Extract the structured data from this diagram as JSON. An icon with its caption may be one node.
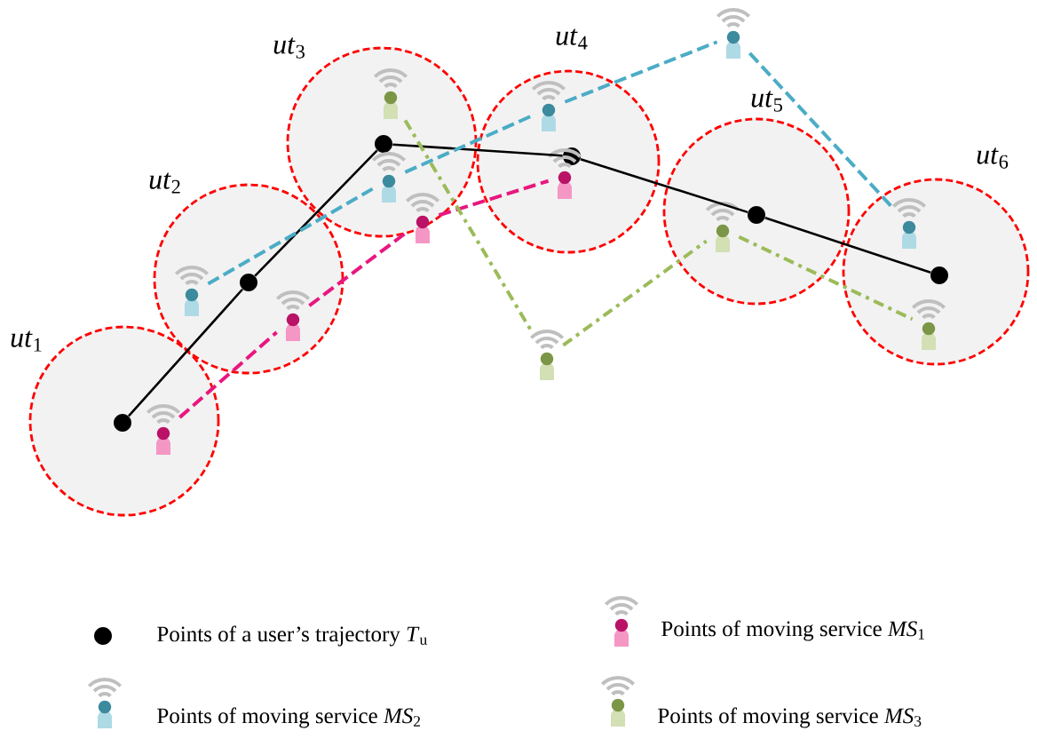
{
  "diagram": {
    "nodes": [
      {
        "text": [
          "*ut*$_{1}$"
        ]
      },
      {
        "text": [
          "*ut*$_{2}$"
        ]
      },
      {
        "text": [
          "*ut*$_{3}$"
        ]
      },
      {
        "text": [
          "*ut*$_{4}$"
        ]
      },
      {
        "text": [
          "*ut*$_{5}$"
        ]
      },
      {
        "text": [
          "*ut*$_{6}$"
        ]
      },
      {
        "text": [],
        "shape": "circle",
        "in": 0
      },
      {
        "text": [],
        "shape": "circle",
        "in": 1
      },
      {
        "text": [],
        "shape": "circle",
        "in": 2
      },
      {
        "text": [],
        "shape": "circle",
        "in": 3
      },
      {
        "text": [],
        "shape": "circle",
        "in": 4
      },
      {
        "text": [],
        "shape": "circle",
        "in": 5
      },
      {
        "text": [],
        "shape": "person",
        "in": 0
      },
      {
        "text": [],
        "shape": "person",
        "in": 1
      },
      {
        "text": [],
        "shape": "person",
        "in": 1
      },
      {
        "text": [],
        "shape": "person",
        "in": 2
      },
      {
        "text": [],
        "shape": "person",
        "in": 2
      },
      {
        "text": [],
        "shape": "person",
        "in": 2
      },
      {
        "text": [],
        "shape": "person"
      },
      {
        "text": [],
        "shape": "person",
        "in": 3
      },
      {
        "text": [],
        "shape": "person",
        "in": 3
      },
      {
        "text": [],
        "shape": "person",
        "in": 4
      },
      {
        "text": [],
        "shape": "person"
      },
      {
        "text": [],
        "shape": "person",
        "in": 5
      },
      {
        "text": [],
        "shape": "person",
        "in": 5
      }
    ],
    "edges": [
      {
        "from": 6,
        "to": 7,
        "arrow": "none",
        "color": "#000000"
      },
      {
        "from": 7,
        "to": 8,
        "arrow": "none",
        "color": "#000000"
      },
      {
        "from": 8,
        "to": 9,
        "arrow": "none",
        "color": "#000000"
      },
      {
        "from": 9,
        "to": 10,
        "arrow": "none",
        "color": "#000000"
      },
      {
        "from": 10,
        "to": 11,
        "arrow": "none",
        "color": "#000000"
      },
      {
        "from": 12,
        "to": 14,
        "arrow": "none",
        "style": "dashed",
        "color": "#e8177f"
      },
      {
        "from": 14,
        "to": 17,
        "arrow": "none",
        "style": "dashed",
        "color": "#e8177f"
      },
      {
        "from": 17,
        "to": 20,
        "arrow": "none",
        "style": "dashed",
        "color": "#e8177f"
      },
      {
        "from": 13,
        "to": 15,
        "arrow": "none",
        "style": "dashed",
        "color": "#4bacc6"
      },
      {
        "from": 15,
        "to": 19,
        "arrow": "none",
        "style": "dashed",
        "color": "#4bacc6"
      },
      {
        "from": 19,
        "to": 22,
        "arrow": "none",
        "style": "dashed",
        "color": "#4bacc6"
      },
      {
        "from": 22,
        "to": 23,
        "arrow": "none",
        "style": "dashed",
        "color": "#4bacc6"
      },
      {
        "from": 16,
        "to": 18,
        "arrow": "none",
        "style": "dashed",
        "color": "#9bbb59"
      },
      {
        "from": 18,
        "to": 21,
        "arrow": "none",
        "style": "dashed",
        "color": "#9bbb59"
      },
      {
        "from": 21,
        "to": 24,
        "arrow": "none",
        "style": "dashed",
        "color": "#9bbb59"
      }
    ],
    "legend": [
      {
        "text": "Points of a user’s trajectory *T*$_{u}$"
      },
      {
        "text": "Points of moving service *MS*$_{1}$"
      },
      {
        "text": "Points of moving service *MS*$_{2}$"
      },
      {
        "text": "Points of moving service *MS*$_{3}$"
      }
    ]
  }
}
